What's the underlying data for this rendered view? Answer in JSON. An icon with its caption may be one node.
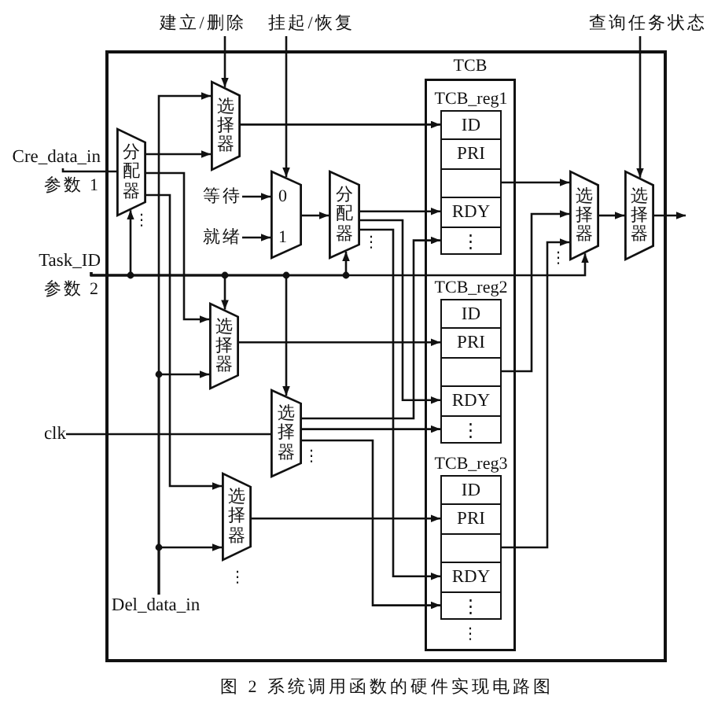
{
  "diagram": {
    "caption": "图 2 系统调用函数的硬件实现电路图",
    "nodes": [
      {
        "text": [
          "建立/删除"
        ]
      },
      {
        "text": [
          "挂起/恢复"
        ]
      },
      {
        "text": [
          "查询任务状态"
        ]
      },
      {
        "text": [],
        "shape": "box"
      },
      {
        "text": [
          "Cre_data_in"
        ],
        "beside": [
          "参数 1"
        ]
      },
      {
        "text": [
          "分配器"
        ],
        "in": 3,
        "beside": [
          "⋮"
        ]
      },
      {
        "text": [
          "选择器"
        ],
        "in": 3
      },
      {
        "text": [
          "0",
          "1"
        ],
        "in": 3
      },
      {
        "text": [
          "等待"
        ],
        "in": 3
      },
      {
        "text": [
          "就绪"
        ],
        "in": 3
      },
      {
        "text": [
          "分配器"
        ],
        "in": 3,
        "beside": [
          "⋮"
        ]
      },
      {
        "text": [
          "TCB"
        ],
        "in": 3
      },
      {
        "text": [
          "TCB_reg1"
        ],
        "in": 11
      },
      {
        "text": [
          "ID"
        ],
        "in": 12
      },
      {
        "text": [
          "PRI"
        ],
        "in": 12
      },
      {
        "text": [],
        "shape": "box",
        "in": 12
      },
      {
        "text": [
          "RDY"
        ],
        "in": 12
      },
      {
        "text": [
          "⋮"
        ],
        "in": 12
      },
      {
        "text": [
          "选择器"
        ],
        "in": 3,
        "beside": [
          "⋮"
        ]
      },
      {
        "text": [
          "选择器"
        ],
        "in": 3
      },
      {
        "text": [
          "Task_ID"
        ],
        "beside": [
          "参数 2"
        ]
      },
      {
        "text": [
          "TCB_reg2"
        ],
        "in": 11
      },
      {
        "text": [
          "ID"
        ],
        "in": 21
      },
      {
        "text": [
          "PRI"
        ],
        "in": 21
      },
      {
        "text": [],
        "shape": "box",
        "in": 21
      },
      {
        "text": [
          "RDY"
        ],
        "in": 21
      },
      {
        "text": [
          "⋮"
        ],
        "in": 21
      },
      {
        "text": [
          "选择器"
        ],
        "in": 3
      },
      {
        "text": [
          "clk"
        ]
      },
      {
        "text": [
          "选择器"
        ],
        "in": 3,
        "beside": [
          "⋮"
        ]
      },
      {
        "text": [
          "TCB_reg3"
        ],
        "in": 11
      },
      {
        "text": [
          "ID"
        ],
        "in": 30
      },
      {
        "text": [
          "PRI"
        ],
        "in": 30
      },
      {
        "text": [],
        "shape": "box",
        "in": 30
      },
      {
        "text": [
          "RDY"
        ],
        "in": 30
      },
      {
        "text": [
          "⋮"
        ],
        "in": 30
      },
      {
        "text": [
          "选择器"
        ],
        "in": 3,
        "beside": [
          "⋮"
        ]
      },
      {
        "text": [
          "Del_data_in"
        ],
        "in": 3
      }
    ],
    "edges": [
      {
        "from": 0,
        "to": 6,
        "arrow": "to"
      },
      {
        "from": 1,
        "to": 7,
        "arrow": "to"
      },
      {
        "from": 2,
        "to": 19,
        "arrow": "to"
      },
      {
        "from": 4,
        "to": 5,
        "arrow": "none"
      },
      {
        "from": 20,
        "to": 5,
        "arrow": "to"
      },
      {
        "from": 20,
        "to": 27,
        "arrow": "to"
      },
      {
        "from": 20,
        "to": 29,
        "arrow": "to"
      },
      {
        "from": 20,
        "to": 10,
        "arrow": "to"
      },
      {
        "from": 20,
        "to": 18,
        "arrow": "to"
      },
      {
        "from": 5,
        "to": 6,
        "arrow": "to"
      },
      {
        "from": 5,
        "to": 27,
        "arrow": "to"
      },
      {
        "from": 5,
        "to": 36,
        "arrow": "to"
      },
      {
        "from": 37,
        "to": 6,
        "arrow": "to"
      },
      {
        "from": 37,
        "to": 27,
        "arrow": "to"
      },
      {
        "from": 37,
        "to": 36,
        "arrow": "to"
      },
      {
        "from": 6,
        "to": 13,
        "arrow": "to"
      },
      {
        "from": 8,
        "to": 7,
        "arrow": "to"
      },
      {
        "from": 9,
        "to": 7,
        "arrow": "to"
      },
      {
        "from": 7,
        "to": 10,
        "arrow": "to"
      },
      {
        "from": 10,
        "to": 16,
        "arrow": "to"
      },
      {
        "from": 10,
        "to": 25,
        "arrow": "to"
      },
      {
        "from": 10,
        "to": 34,
        "arrow": "to"
      },
      {
        "from": 27,
        "to": 23,
        "arrow": "to"
      },
      {
        "from": 28,
        "to": 29,
        "arrow": "none"
      },
      {
        "from": 29,
        "to": 17,
        "arrow": "to"
      },
      {
        "from": 29,
        "to": 26,
        "arrow": "to"
      },
      {
        "from": 29,
        "to": 35,
        "arrow": "to"
      },
      {
        "from": 36,
        "to": 32,
        "arrow": "to"
      },
      {
        "from": 15,
        "to": 18,
        "arrow": "to"
      },
      {
        "from": 24,
        "to": 18,
        "arrow": "to"
      },
      {
        "from": 33,
        "to": 18,
        "arrow": "to"
      },
      {
        "from": 18,
        "to": 19,
        "arrow": "to"
      },
      {
        "from": 19,
        "to": null,
        "arrow": "to"
      }
    ],
    "labels": [
      "⋮"
    ]
  }
}
